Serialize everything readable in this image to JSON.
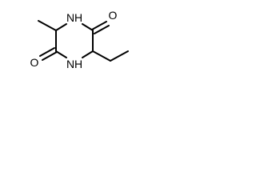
{
  "molecule": {
    "atoms": {
      "n_top": "N",
      "h_top": "H",
      "o_right": "O",
      "o_left": "O",
      "n_bottom": "N",
      "h_bottom": "H"
    },
    "colors": {
      "bond": "#000000",
      "text": "#000000",
      "background": "#ffffff"
    }
  }
}
